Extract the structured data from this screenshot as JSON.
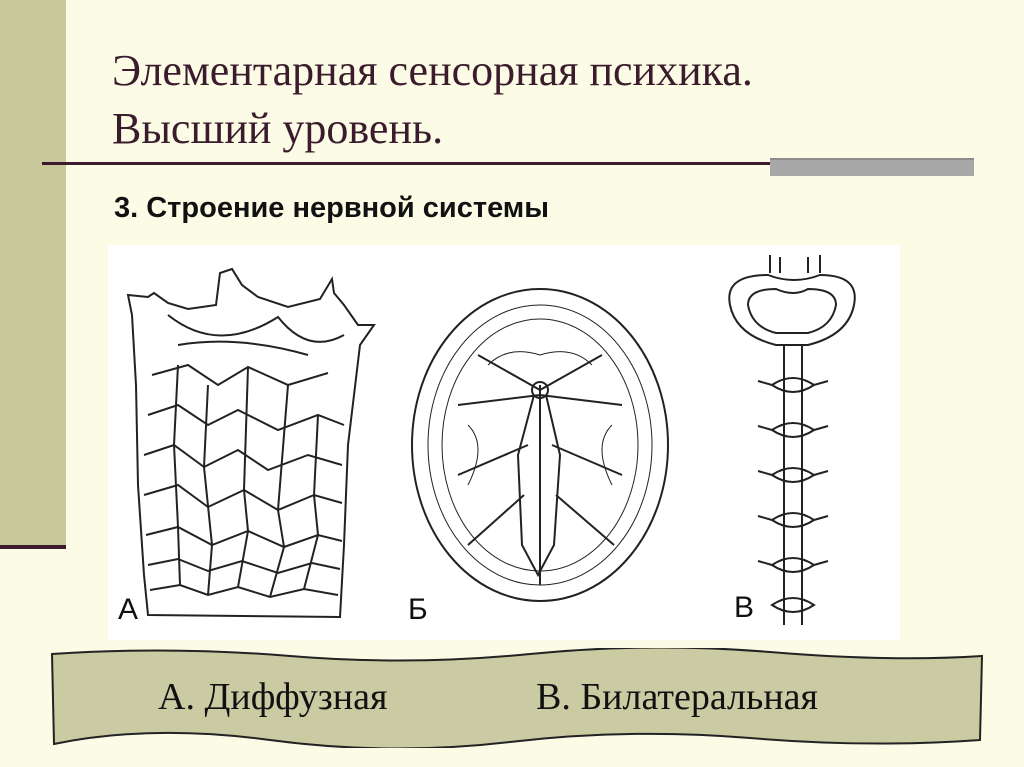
{
  "slide": {
    "title_line1": "Элементарная сенсорная  психика.",
    "title_line2": "Высший  уровень.",
    "subtitle": "3. Строение нервной системы"
  },
  "figure": {
    "labels": {
      "a": "А",
      "b": "Б",
      "c": "В"
    }
  },
  "caption": {
    "left": "А. Диффузная",
    "right": "В. Билатеральная"
  },
  "colors": {
    "background": "#fbfbe6",
    "left_bar": "#c9c89b",
    "title": "#3a1c2c",
    "caption_fill": "#cbcba3"
  }
}
